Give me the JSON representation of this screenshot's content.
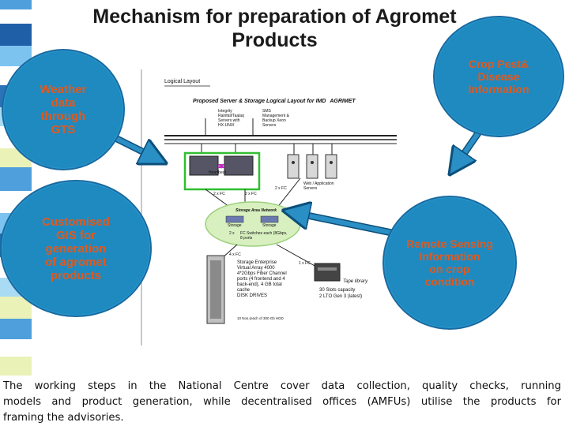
{
  "title": "Mechanism for preparation of Agromet Products",
  "bubbles": {
    "weather": "Weather\ndata\nthrough\nGTS",
    "crop": "Crop Pest&\nDisease\nInformation",
    "gis": "Customised\nGIS for\ngeneration\nof agromet\nproducts",
    "remote": "Remote Sensing\nInformation\non crop\ncondition"
  },
  "diagram": {
    "logical_layout": "Logical Layout",
    "heading": "Proposed Server & Storage Logical Layout for IMD",
    "brand": "AGRIMET",
    "integrity": "Integrity\nRainfall/Taalaq\nServers with\nHX-UNIX",
    "sms": "SMS\nManagement &\nBackup Xeon\nServers",
    "heartbeat": "Heartbeat",
    "webapp": "Web / Application\nServers",
    "san": "Storage Area Network",
    "storage1": "Storage",
    "storage2": "Storage",
    "fc_switch": "FC Switches each (8Gbps,\n8 ports",
    "enterprise": "Storage Enterprise\nVirtual Array 4000\n4*2Gbps Fiber Channel\nports (4 frontend and 4\nback-end), 4 GB total\ncache\nDISK DRIVES",
    "disk_note": "10 Nos.(each of 300 Gb HDD",
    "tape": "Tape library",
    "tape_detail": "30 Slots capacity\n2 LTO Gen 3 (latest)",
    "fc_labels": [
      "2 x FC",
      "2 x FC",
      "2 x FC",
      "2 x",
      "4 x FC",
      "1 x FC"
    ]
  },
  "footer": [
    "The working steps in the National Centre cover data collection, quality checks, running",
    "models and product generation, while decentralised offices (AMFUs) utilise the products for",
    "framing the advisories."
  ],
  "colors": {
    "bubble_fill": "#1f8ac0",
    "bubble_text": "#e05a1e",
    "arrow": "#2a8fc4",
    "strip": [
      "#1f6fb0",
      "#62b3e8",
      "#e8f0b0",
      "#ffffff"
    ]
  }
}
